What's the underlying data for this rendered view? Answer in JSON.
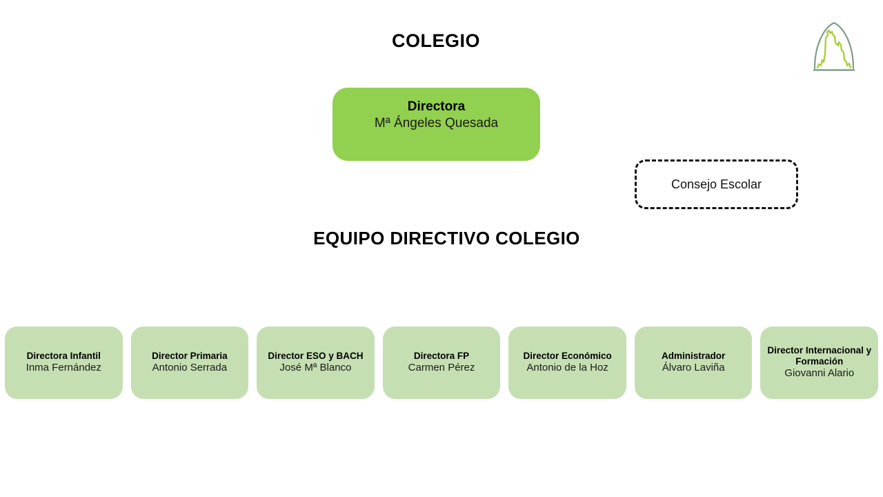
{
  "header": {
    "title": "COLEGIO",
    "logo_icon": "school-arch-logo-icon",
    "logo_colors": {
      "arch_outline": "#7f9e86",
      "figure": "#aacf3c"
    }
  },
  "director": {
    "role": "Directora",
    "name": "Mª Ángeles Quesada",
    "color": "#92d050"
  },
  "council": {
    "label": "Consejo Escolar",
    "border_style": "dashed",
    "border_color": "#111111"
  },
  "section": {
    "heading": "EQUIPO DIRECTIVO COLEGIO"
  },
  "team": {
    "card_color": "#c5dfb3",
    "members": [
      {
        "role": "Directora Infantil",
        "name": "Inma Fernández"
      },
      {
        "role": "Director Primaria",
        "name": "Antonio Serrada"
      },
      {
        "role": "Director ESO y BACH",
        "name": "José Mª Blanco"
      },
      {
        "role": "Directora FP",
        "name": "Carmen Pérez"
      },
      {
        "role": "Director Económico",
        "name": "Antonio de la Hoz"
      },
      {
        "role": "Administrador",
        "name": "Álvaro Laviña"
      },
      {
        "role": "Director Internacional y Formación",
        "name": "Giovanni Alario"
      }
    ]
  }
}
